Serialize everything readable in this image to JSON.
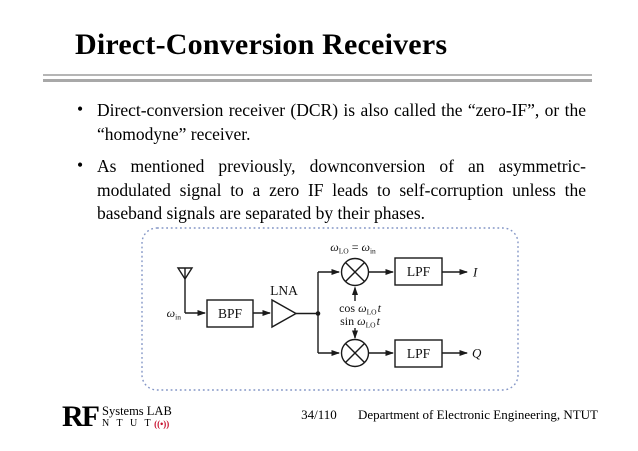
{
  "slide": {
    "title": "Direct-Conversion Receivers",
    "bullet_marker": "•",
    "bullets": [
      "Direct-conversion receiver (DCR) is also called the “zero-IF”, or the “homodyne” receiver.",
      "As mentioned previously, downconversion of an asymmetric-modulated signal to a zero IF leads to self-corruption unless the baseband signals are separated by their phases."
    ]
  },
  "diagram": {
    "blocks": {
      "bpf": "BPF",
      "lna": "LNA",
      "lpf_i": "LPF",
      "lpf_q": "LPF"
    },
    "outputs": {
      "i": "I",
      "q": "Q"
    },
    "labels": {
      "input": {
        "base": "ω",
        "sub": "in"
      },
      "lo_eq": {
        "w1": "ω",
        "s1": "LO",
        "eq": "=",
        "w2": "ω",
        "s2": "in"
      },
      "cos": {
        "fn": "cos",
        "w": "ω",
        "s": "LO",
        "t": "t"
      },
      "sin": {
        "fn": "sin",
        "w": "ω",
        "s": "LO",
        "t": "t"
      }
    }
  },
  "footer": {
    "logo": {
      "rf": "RF",
      "line1": "Systems LAB",
      "line2": "N T U T",
      "signal": "((•))"
    },
    "page": "34/110",
    "department": "Department of Electronic Engineering, NTUT"
  },
  "colors": {
    "ink": "#1a1a1a",
    "border-blue": "#8496c6",
    "logo-red": "#c8102e",
    "divider-gray": "#a8a8a8"
  }
}
